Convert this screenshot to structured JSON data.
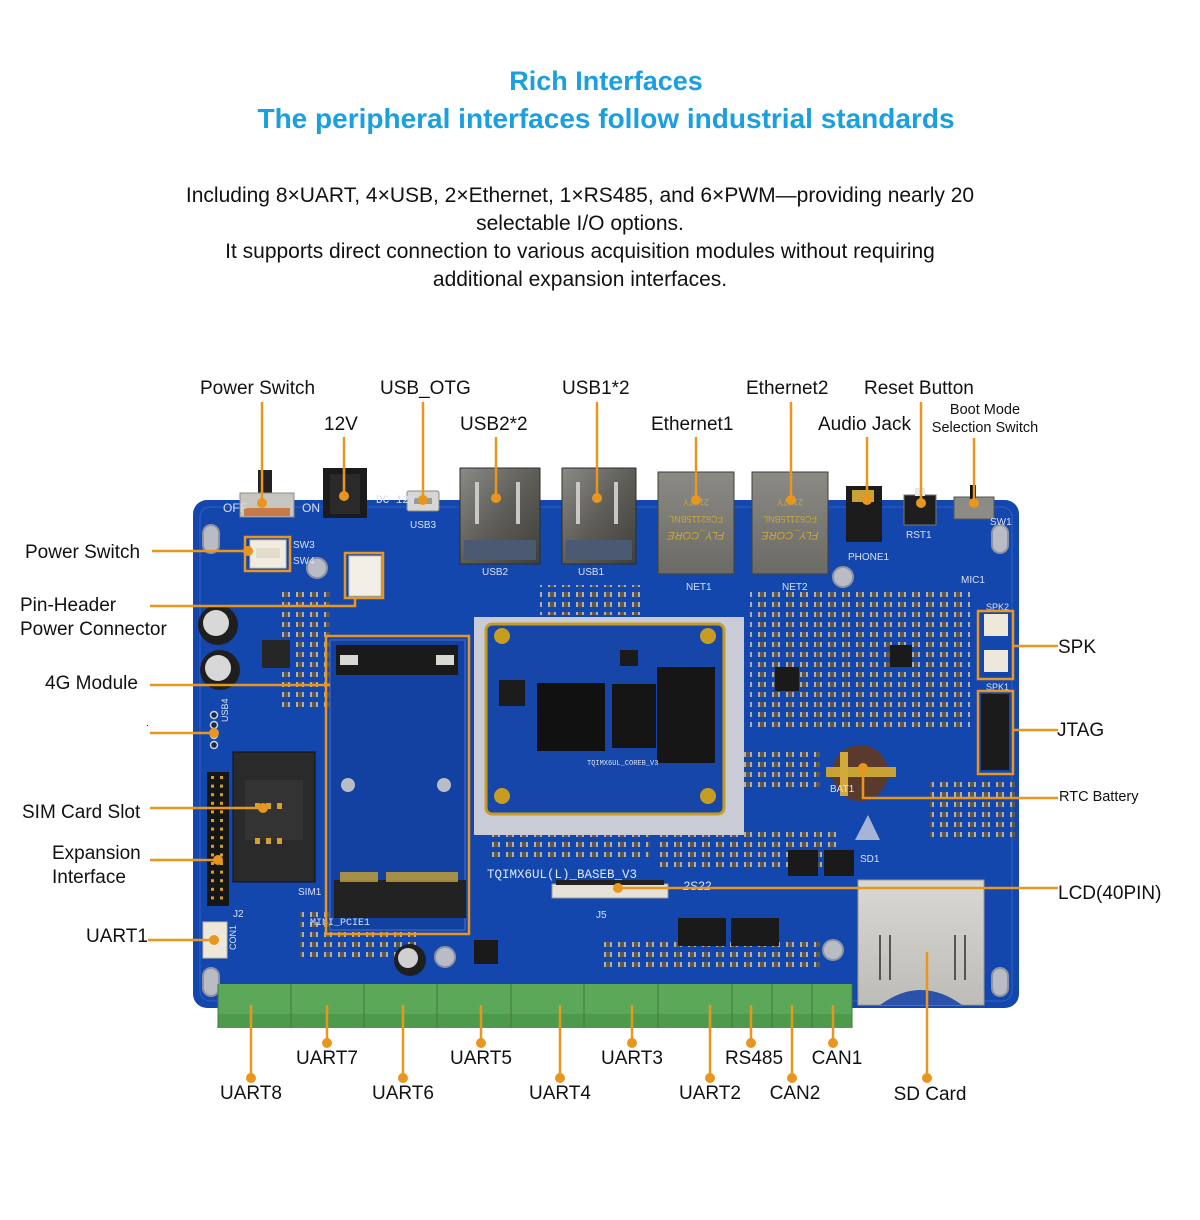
{
  "header": {
    "title": "Rich Interfaces",
    "subtitle": "The peripheral interfaces follow industrial standards",
    "description_1": "Including 8×UART, 4×USB, 2×Ethernet, 1×RS485, and 6×PWM—providing nearly 20 selectable I/O options.",
    "description_2": "It supports direct connection to various acquisition modules without requiring additional expansion interfaces."
  },
  "colors": {
    "title": "#1a9fe0",
    "callout": "#e8961e",
    "pcb": "#1244a8",
    "terminal": "#5aa858"
  },
  "labels": {
    "top": {
      "power_switch": "Power Switch",
      "v12": "12V",
      "usb_otg": "USB_OTG",
      "usb2": "USB2*2",
      "usb1": "USB1*2",
      "ethernet1": "Ethernet1",
      "ethernet2": "Ethernet2",
      "audio_jack": "Audio Jack",
      "reset_button": "Reset Button",
      "boot_mode_1": "Boot Mode",
      "boot_mode_2": "Selection Switch"
    },
    "left": {
      "power_switch": "Power Switch",
      "pin_header_1": "Pin-Header",
      "pin_header_2": "Power Connector",
      "module_4g": "4G Module",
      "usb4_dot": ".",
      "sim_card": "SIM Card Slot",
      "expansion_1": "Expansion",
      "expansion_2": "Interface",
      "uart1": "UART1"
    },
    "right": {
      "spk": "SPK",
      "jtag": "JTAG",
      "rtc_battery": "RTC Battery",
      "lcd": "LCD(40PIN)"
    },
    "bottom": {
      "uart8": "UART8",
      "uart7": "UART7",
      "uart6": "UART6",
      "uart5": "UART5",
      "uart4": "UART4",
      "uart3": "UART3",
      "uart2": "UART2",
      "rs485": "RS485",
      "can2": "CAN2",
      "can1": "CAN1",
      "sd_card": "SD Card"
    }
  },
  "silkscreen": {
    "board_name": "TQIMX6UL(L)_BASEB_V3",
    "core_name": "TQIMX6UL_COREB_V3",
    "usb2": "USB2",
    "usb1": "USB1",
    "usb3": "USB3",
    "net1": "NET1",
    "net2": "NET2",
    "dc": "DC 12V",
    "rst": "RST1",
    "sw1": "SW1",
    "sw3": "SW3",
    "sw4": "SW4",
    "phone": "PHONE1",
    "mic": "MIC1",
    "spk1": "SPK1",
    "spk2": "SPK2",
    "bat": "BAT1",
    "sd1": "SD1",
    "sim": "SIM1",
    "j5": "J5",
    "j2": "J2",
    "con1": "CON1",
    "mini_pcie": "MINI_PCIE1",
    "usb4": "USB4",
    "off": "OFF",
    "on": "ON",
    "eth_brand": "FLY_CORE",
    "eth_part": "FC62115BNL",
    "eth_date": "2147Y",
    "date_code": "2S22"
  }
}
